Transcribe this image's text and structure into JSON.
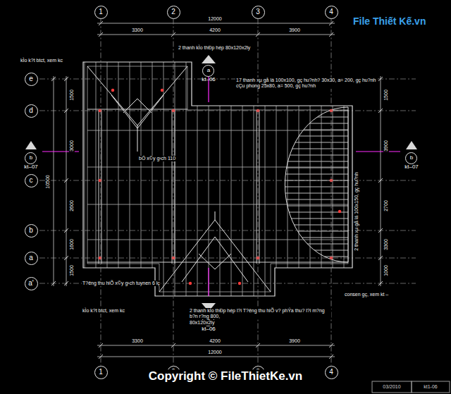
{
  "diagram": {
    "nodes": [
      {
        "text": [
          "1"
        ]
      },
      {
        "text": [
          "2"
        ]
      },
      {
        "text": [
          "3"
        ]
      },
      {
        "text": [
          "4"
        ]
      },
      {
        "text": [
          "e"
        ]
      },
      {
        "text": [
          "d"
        ]
      },
      {
        "text": [
          "c"
        ]
      },
      {
        "text": [
          "b"
        ]
      },
      {
        "text": [
          "a"
        ]
      },
      {
        "text": [
          "a'"
        ]
      },
      {
        "text": [
          "a",
          "kt–06"
        ]
      },
      {
        "text": [
          "b",
          "kt–07"
        ]
      },
      {
        "text": [
          "b",
          "kt–07"
        ]
      },
      {
        "text": [
          "a",
          "kt–06"
        ]
      },
      {
        "text": [
          "1"
        ]
      },
      {
        "text": [
          "2"
        ]
      },
      {
        "text": [
          "3"
        ]
      },
      {
        "text": [
          "4"
        ]
      }
    ],
    "edges": [
      {
        "from": 0,
        "to": 14,
        "arrow": "none"
      },
      {
        "from": 1,
        "to": 15,
        "arrow": "none"
      },
      {
        "from": 2,
        "to": 16,
        "arrow": "none"
      },
      {
        "from": 3,
        "to": 17,
        "arrow": "none"
      }
    ],
    "labels": [
      "12000",
      "3300",
      "4200",
      "3900",
      "kÌo k?t btct, xem kc",
      "2 thanh kÌo thÐp hép 80x120x2ly",
      "17 thanh xµ gå lá 100x100, gç hu?nh? 30x30, a= 200, gç hu?nh cÇu phong 25x80, a= 500, gç hu?nh",
      "bÓ x©y g¹ch 110",
      "2 thanh xµ gå lá 100x150, gç hu?nh",
      "consen gç, xem kt –",
      "T?êng thu hiÕ x©y g¹ch tuynen 6 lç",
      "kÌo k?t btct, xem kc",
      "2 thanh kÌo thÐp hép l?i T?êng thu hiÕ v? phÝa thu? l?i m?ng b?n r?ng 800,",
      "80x120x2ly",
      "3300",
      "4200",
      "3900",
      "12000",
      "1500",
      "3000",
      "2600",
      "1600",
      "1500",
      "10500",
      "1500",
      "3900",
      "2700",
      "3300",
      "1000",
      "File Thiết Kế.vn",
      "Copyright © FileThietKe.vn",
      "03/2010",
      "kt1-06"
    ]
  }
}
